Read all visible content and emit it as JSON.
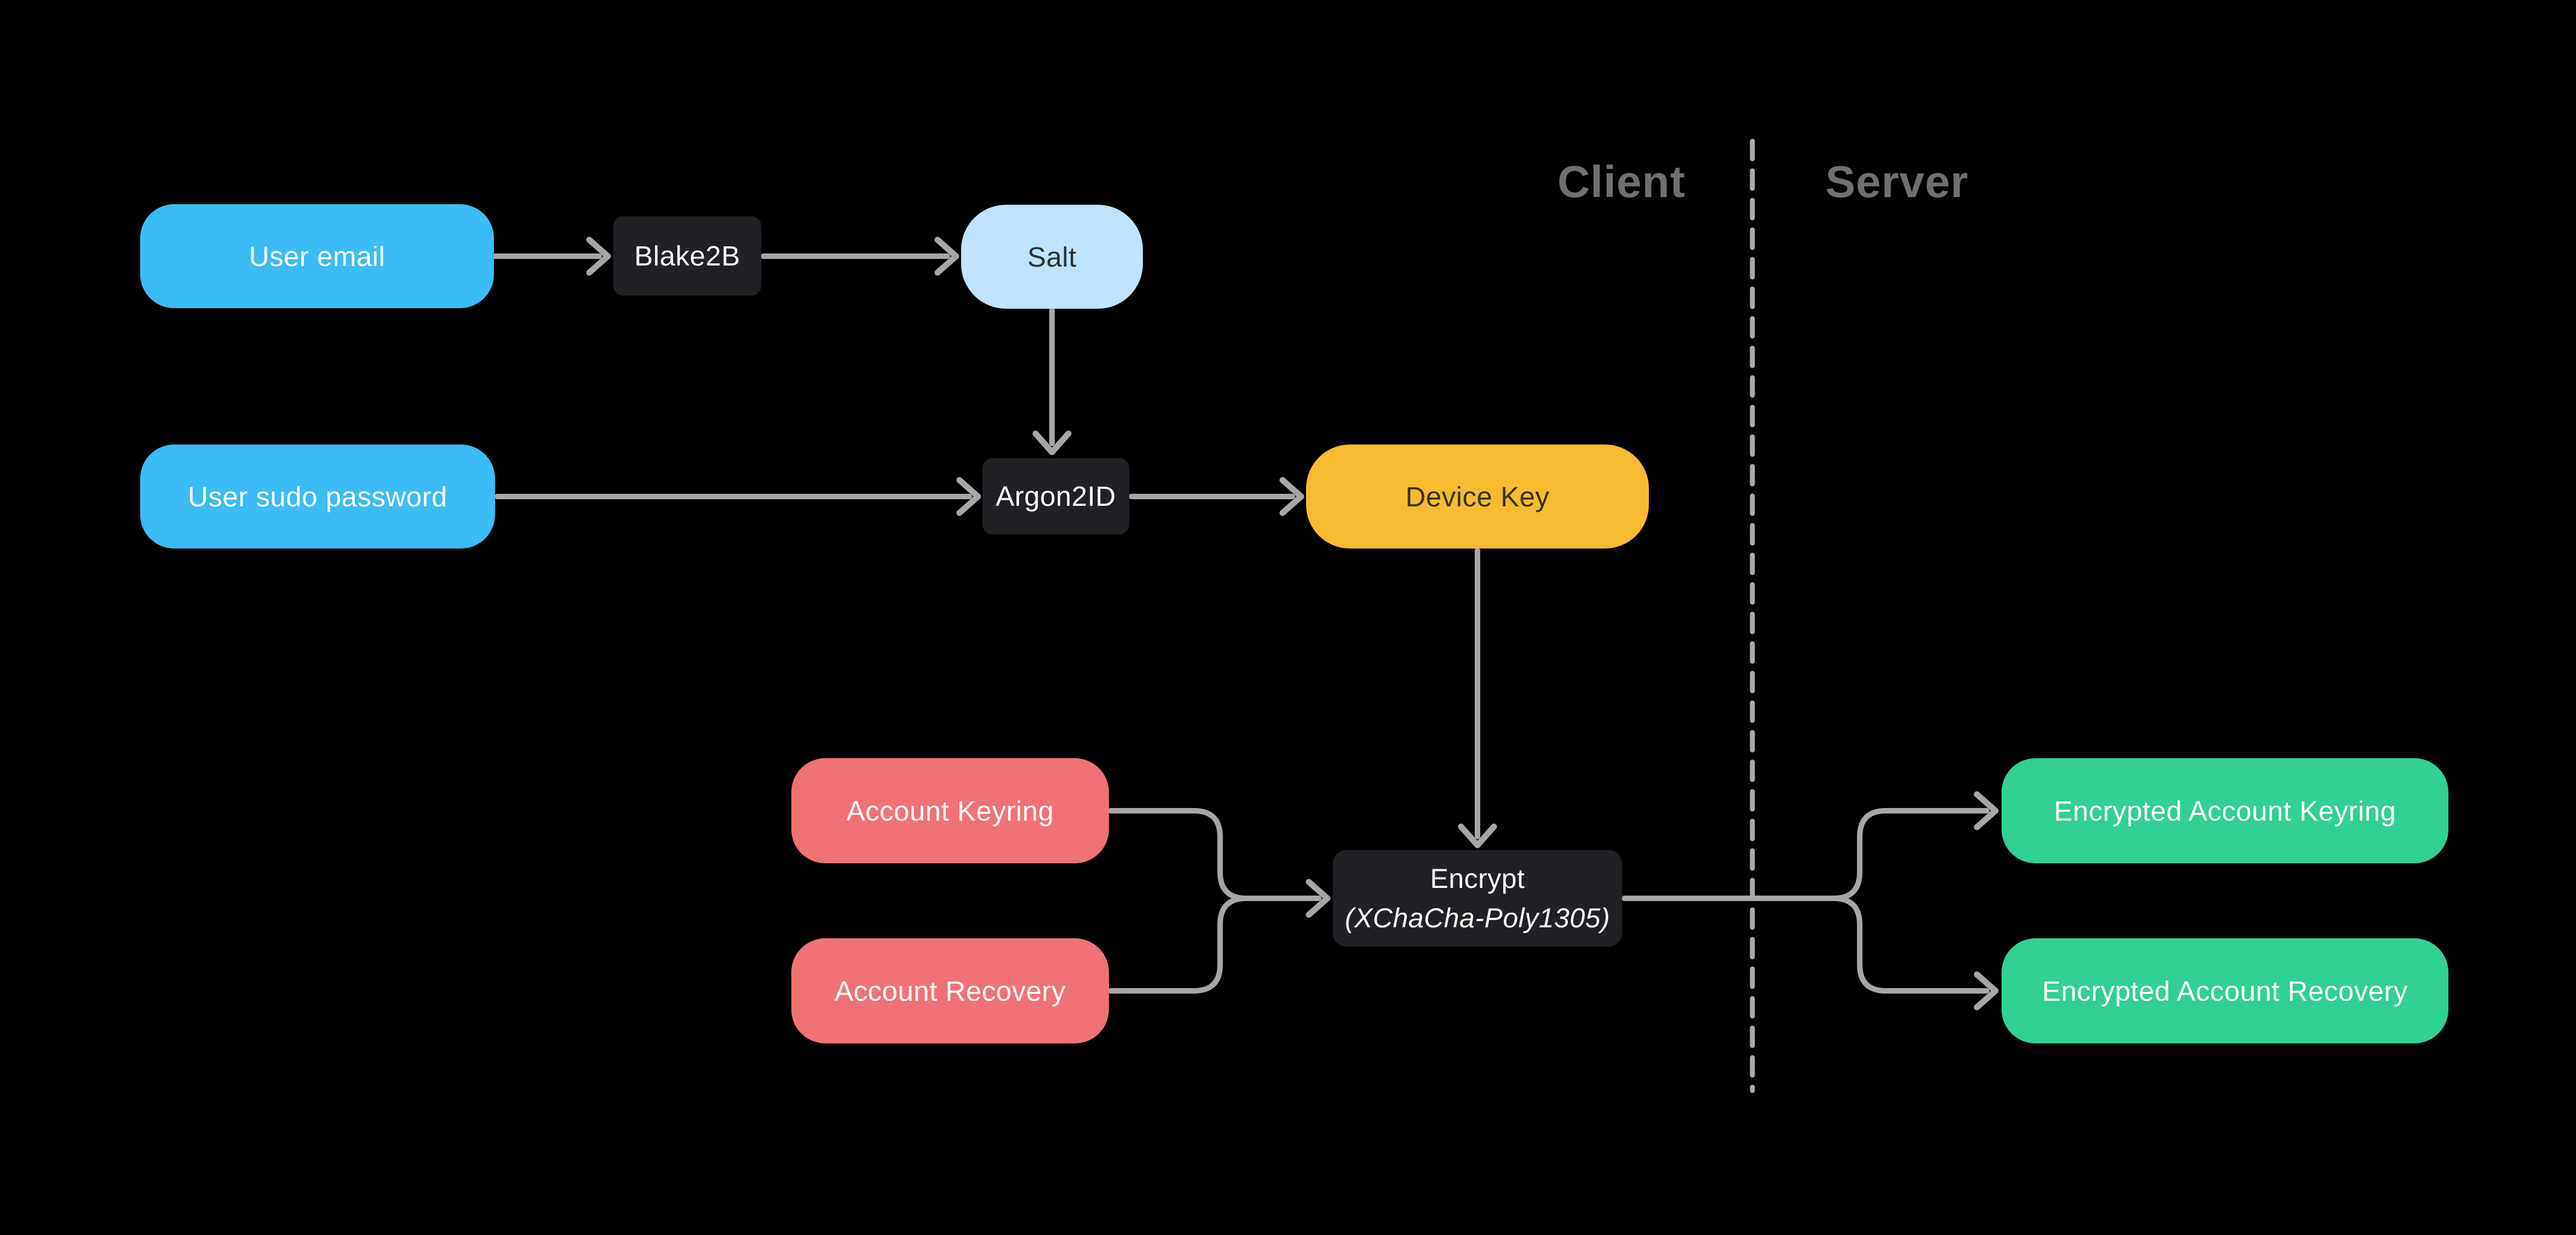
{
  "diagram": {
    "background": "#000000",
    "regions": {
      "client_label": "Client",
      "server_label": "Server"
    },
    "nodes": {
      "user_email": {
        "label": "User email",
        "type": "input"
      },
      "blake2b": {
        "label": "Blake2B",
        "type": "process"
      },
      "salt": {
        "label": "Salt",
        "type": "derived"
      },
      "user_sudo_password": {
        "label": "User sudo password",
        "type": "input"
      },
      "argon2id": {
        "label": "Argon2ID",
        "type": "process"
      },
      "device_key": {
        "label": "Device Key",
        "type": "key"
      },
      "account_keyring": {
        "label": "Account Keyring",
        "type": "secret"
      },
      "account_recovery": {
        "label": "Account Recovery",
        "type": "secret"
      },
      "encrypt": {
        "label_line1": "Encrypt",
        "label_line2": "(XChaCha-Poly1305)",
        "type": "process"
      },
      "encrypted_account_keyring": {
        "label": "Encrypted Account Keyring",
        "type": "encrypted"
      },
      "encrypted_account_recovery": {
        "label": "Encrypted Account Recovery",
        "type": "encrypted"
      }
    },
    "edges": [
      {
        "from": "user_email",
        "to": "blake2b"
      },
      {
        "from": "blake2b",
        "to": "salt"
      },
      {
        "from": "salt",
        "to": "argon2id"
      },
      {
        "from": "user_sudo_password",
        "to": "argon2id"
      },
      {
        "from": "argon2id",
        "to": "device_key"
      },
      {
        "from": "device_key",
        "to": "encrypt"
      },
      {
        "from": "account_keyring",
        "to": "encrypt"
      },
      {
        "from": "account_recovery",
        "to": "encrypt"
      },
      {
        "from": "encrypt",
        "to": "encrypted_account_keyring"
      },
      {
        "from": "encrypt",
        "to": "encrypted_account_recovery"
      }
    ],
    "colors": {
      "input_blue": "#3BBCF4",
      "salt_light_blue": "#BEE3FB",
      "device_key_yellow": "#F7BB31",
      "secret_red": "#F17274",
      "encrypted_green": "#31D093",
      "process_dark": "#202124",
      "connector_gray": "#A6A6A6",
      "divider_gray": "#ABABAB",
      "region_label_gray": "#707070",
      "text_light": "#FFFFFF",
      "text_on_salt": "#2E3338",
      "text_on_yellow": "#3B3215"
    }
  }
}
